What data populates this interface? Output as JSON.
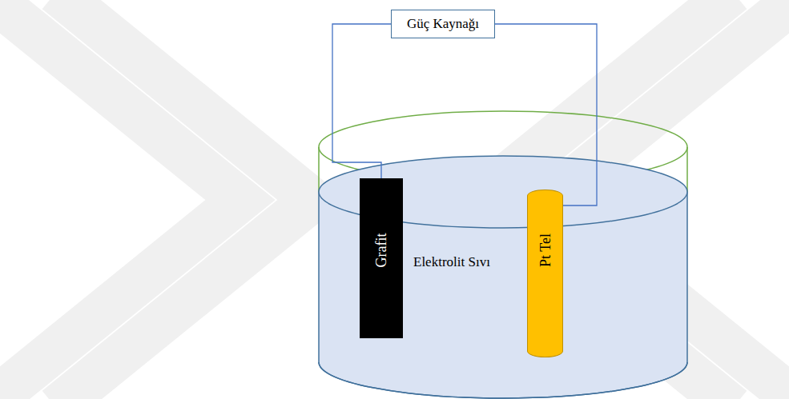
{
  "diagram": {
    "nodes": [
      {
        "text": [
          "Güç Kaynağı"
        ]
      },
      {
        "text": [
          "Grafit"
        ]
      },
      {
        "text": [
          "Pt Tel"
        ]
      }
    ],
    "edges": [
      {
        "from": 0,
        "to": 1,
        "arrow": "none"
      },
      {
        "from": 0,
        "to": 2,
        "arrow": "none"
      }
    ],
    "labels": [
      "Elektrolit Sıvı"
    ]
  }
}
